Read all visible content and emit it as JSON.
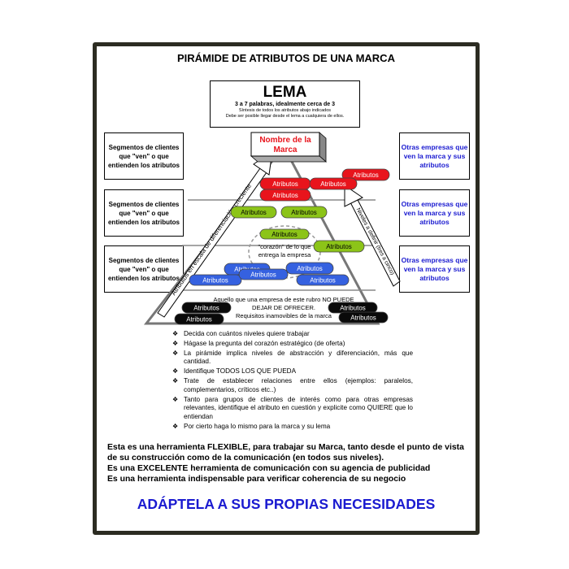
{
  "title": "PIRÁMIDE  DE ATRIBUTOS DE UNA MARCA",
  "lema": {
    "title": "LEMA",
    "subtitle": "3 a 7 palabras, idealmente cerca de 3",
    "line1": "Síntesis de todos los atributos abajo indicados",
    "line2": "Debe ser posible llegar desde el lema a cualquiera de ellos."
  },
  "left_segments": [
    "Segmentos de clientes que \"ven\" o que entienden los atributos",
    "Segmentos de clientes que \"ven\" o que entienden los atributos",
    "Segmentos de clientes que \"ven\" o que entienden los atributos"
  ],
  "right_segments": [
    "Otras empresas que ven la marca y sus atributos",
    "Otras empresas que ven la marca y sus atributos",
    "Otras empresas que ven la marca y sus atributos"
  ],
  "pyramid": {
    "brand_line1": "Nombre de la",
    "brand_line2": "Marca",
    "attribute_label": "Atributos",
    "left_arrow_label": "Atributos en escala de diferenciación creciente",
    "right_arrow_label": "Niveles a definir (tres a cinco)",
    "heart_line1": "\"corazón\" de lo que",
    "heart_line2": "entrega la empresa",
    "base_line1": "Aquello que una empresa de este rubro NO PUEDE",
    "base_line2": "DEJAR DE OFRECER.",
    "base_line3": "Requisitos inamovibles de la marca",
    "colors": {
      "red": "#e8141c",
      "green": "#8cc418",
      "blue": "#3561e0",
      "black": "#0a0a0a"
    }
  },
  "bullets": [
    "Decida con cuántos niveles quiere trabajar",
    "Hágase la pregunta del corazón estratégico (de oferta)",
    "La pirámide implica niveles de abstracción y diferenciación, más que cantidad.",
    "Identifique TODOS LOS QUE PUEDA",
    "Trate de establecer relaciones entre ellos (ejemplos: paralelos, complementarios, críticos etc..)",
    "Tanto para grupos de clientes de interés como para otras empresas relevantes, identifique el atributo en cuestión y explicite como QUIERE que lo entiendan",
    "Por cierto haga lo mismo para la marca y su lema"
  ],
  "bullet_icon": "diamond-bullet-icon",
  "paragraph": [
    "Esta es una herramienta FLEXIBLE, para trabajar su Marca, tanto desde el punto de vista de su construcción como de la comunicación (en todos sus niveles).",
    "Es una EXCELENTE herramienta de comunicación con su agencia de publicidad",
    "Es una herramienta indispensable para verificar coherencia de su negocio"
  ],
  "footer": "ADÁPTELA A SUS PROPIAS NECESIDADES"
}
